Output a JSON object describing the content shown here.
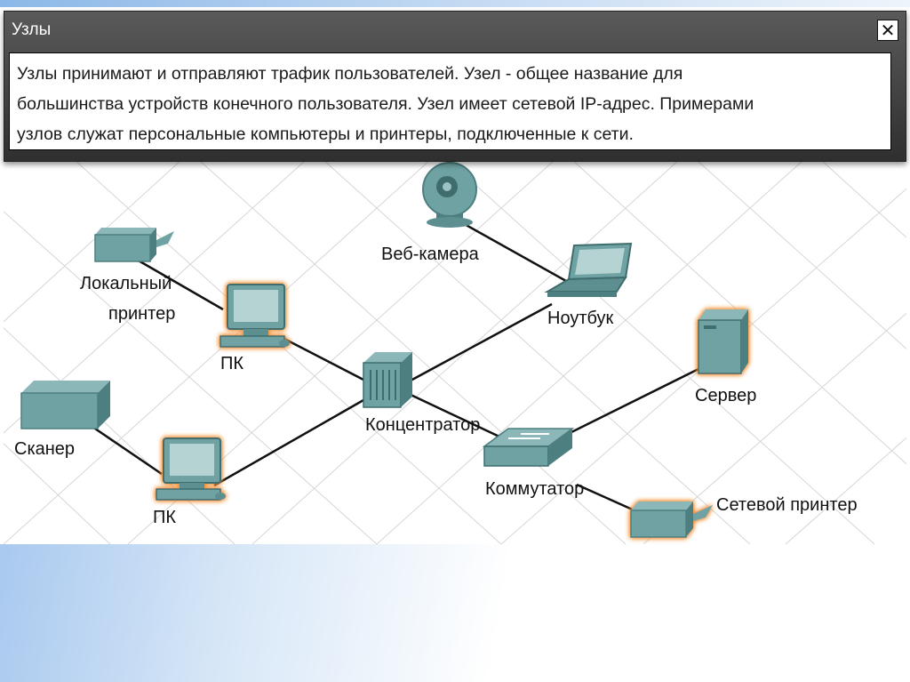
{
  "dialog": {
    "title": "Узлы",
    "close_glyph": "✕",
    "lines": [
      "Узлы принимают и отправляют трафик пользователей. Узел - общее название для",
      "большинства устройств конечного пользователя. Узел имеет сетевой IP-адрес. Примерами",
      "узлов служат персональные компьютеры и принтеры, подключенные к сети."
    ]
  },
  "diagram": {
    "nodes": [
      {
        "id": "webcam",
        "icon": "webcam-icon",
        "label": "Веб-камера"
      },
      {
        "id": "laptop",
        "icon": "laptop-icon",
        "label": "Ноутбук"
      },
      {
        "id": "local_printer",
        "icon": "printer-icon",
        "label_lines": [
          "Локальный",
          "принтер"
        ]
      },
      {
        "id": "pc_top",
        "icon": "pc-icon",
        "label": "ПК"
      },
      {
        "id": "hub",
        "icon": "hub-icon",
        "label": "Концентратор"
      },
      {
        "id": "server",
        "icon": "server-icon",
        "label": "Сервер"
      },
      {
        "id": "scanner",
        "icon": "scanner-icon",
        "label": "Сканер"
      },
      {
        "id": "pc_bottom",
        "icon": "pc-icon",
        "label": "ПК"
      },
      {
        "id": "switch",
        "icon": "switch-icon",
        "label": "Коммутатор"
      },
      {
        "id": "network_printer",
        "icon": "printer-icon",
        "label": "Сетевой принтер"
      }
    ],
    "links": [
      [
        "webcam",
        "laptop"
      ],
      [
        "local_printer",
        "pc_top"
      ],
      [
        "pc_top",
        "hub"
      ],
      [
        "hub",
        "laptop"
      ],
      [
        "hub",
        "pc_bottom"
      ],
      [
        "scanner",
        "pc_bottom"
      ],
      [
        "hub",
        "switch"
      ],
      [
        "switch",
        "server"
      ],
      [
        "switch",
        "network_printer"
      ]
    ],
    "colors": {
      "device": "#6fa2a3",
      "device_dark": "#4d7f80",
      "glow": "#f08a2c",
      "link": "#111111",
      "grid": "#d4d4d4"
    }
  }
}
